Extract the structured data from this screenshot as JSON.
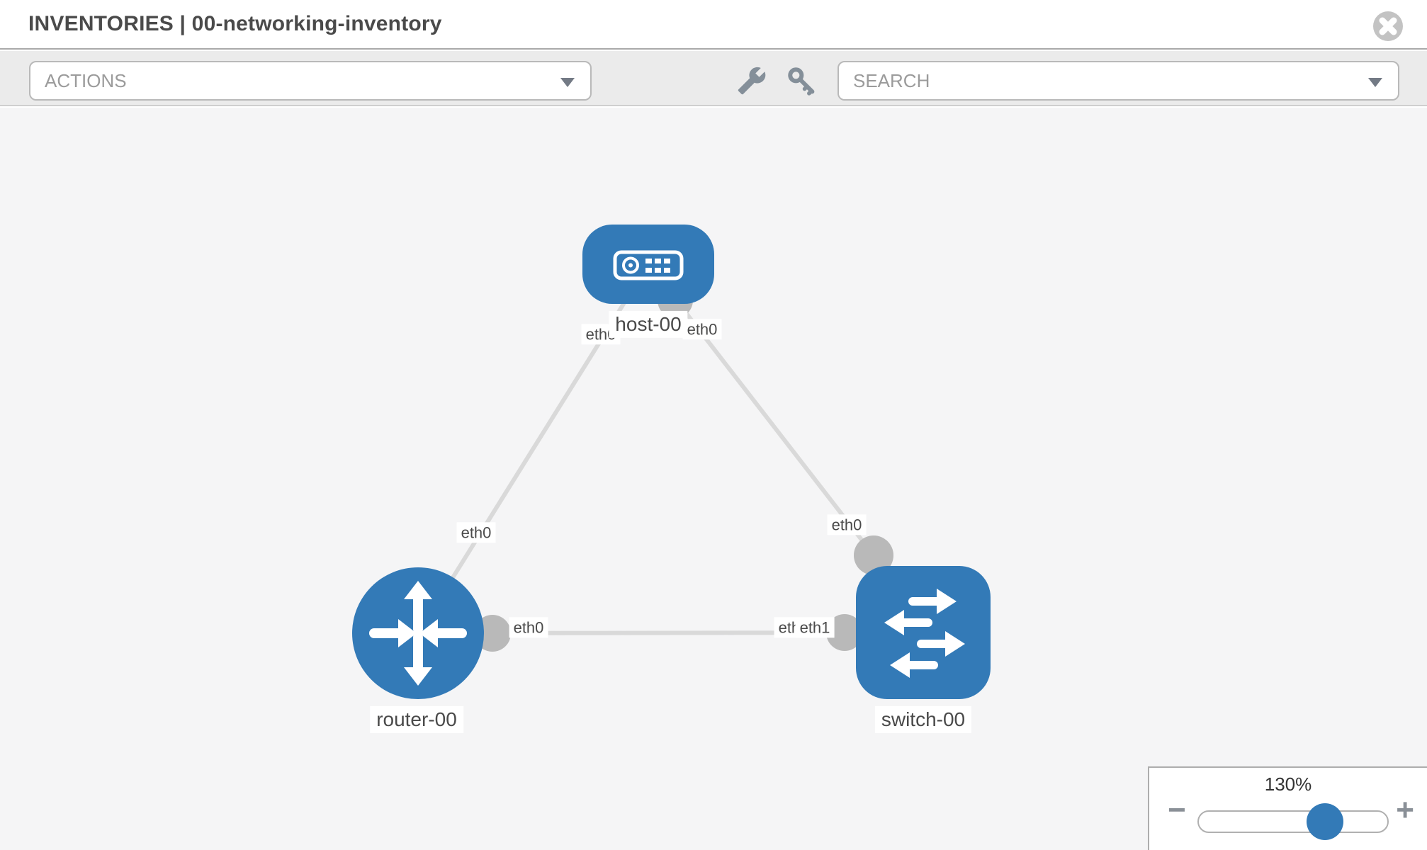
{
  "header": {
    "title": "INVENTORIES | 00-networking-inventory"
  },
  "toolbar": {
    "actions_placeholder": "ACTIONS",
    "search_placeholder": "SEARCH"
  },
  "topology": {
    "nodes": [
      {
        "label": "host-00",
        "type": "host"
      },
      {
        "label": "router-00",
        "type": "router"
      },
      {
        "label": "switch-00",
        "type": "switch"
      }
    ],
    "links": [
      {
        "from": "host-00",
        "to": "router-00",
        "from_interface": "eth0",
        "to_interface": "eth0"
      },
      {
        "from": "host-00",
        "to": "switch-00",
        "from_interface": "eth0",
        "to_interface": "eth0"
      },
      {
        "from": "router-00",
        "to": "switch-00",
        "from_interface": "eth0",
        "to_interface": "eth1",
        "to_interface_back": "eth0"
      }
    ]
  },
  "zoom_control": {
    "level": "130%",
    "minus_label": "−",
    "plus_label": "+"
  },
  "colors": {
    "node_blue": "#337ab7",
    "link_gray": "#d9d9d9",
    "stub_gray": "#b9b9b9",
    "toolbar_bg": "#ebebeb",
    "canvas_bg": "#f5f5f6",
    "icon_gray": "#848f99",
    "title_gray": "#4a4a4a",
    "placeholder_gray": "#9b9b9b"
  }
}
